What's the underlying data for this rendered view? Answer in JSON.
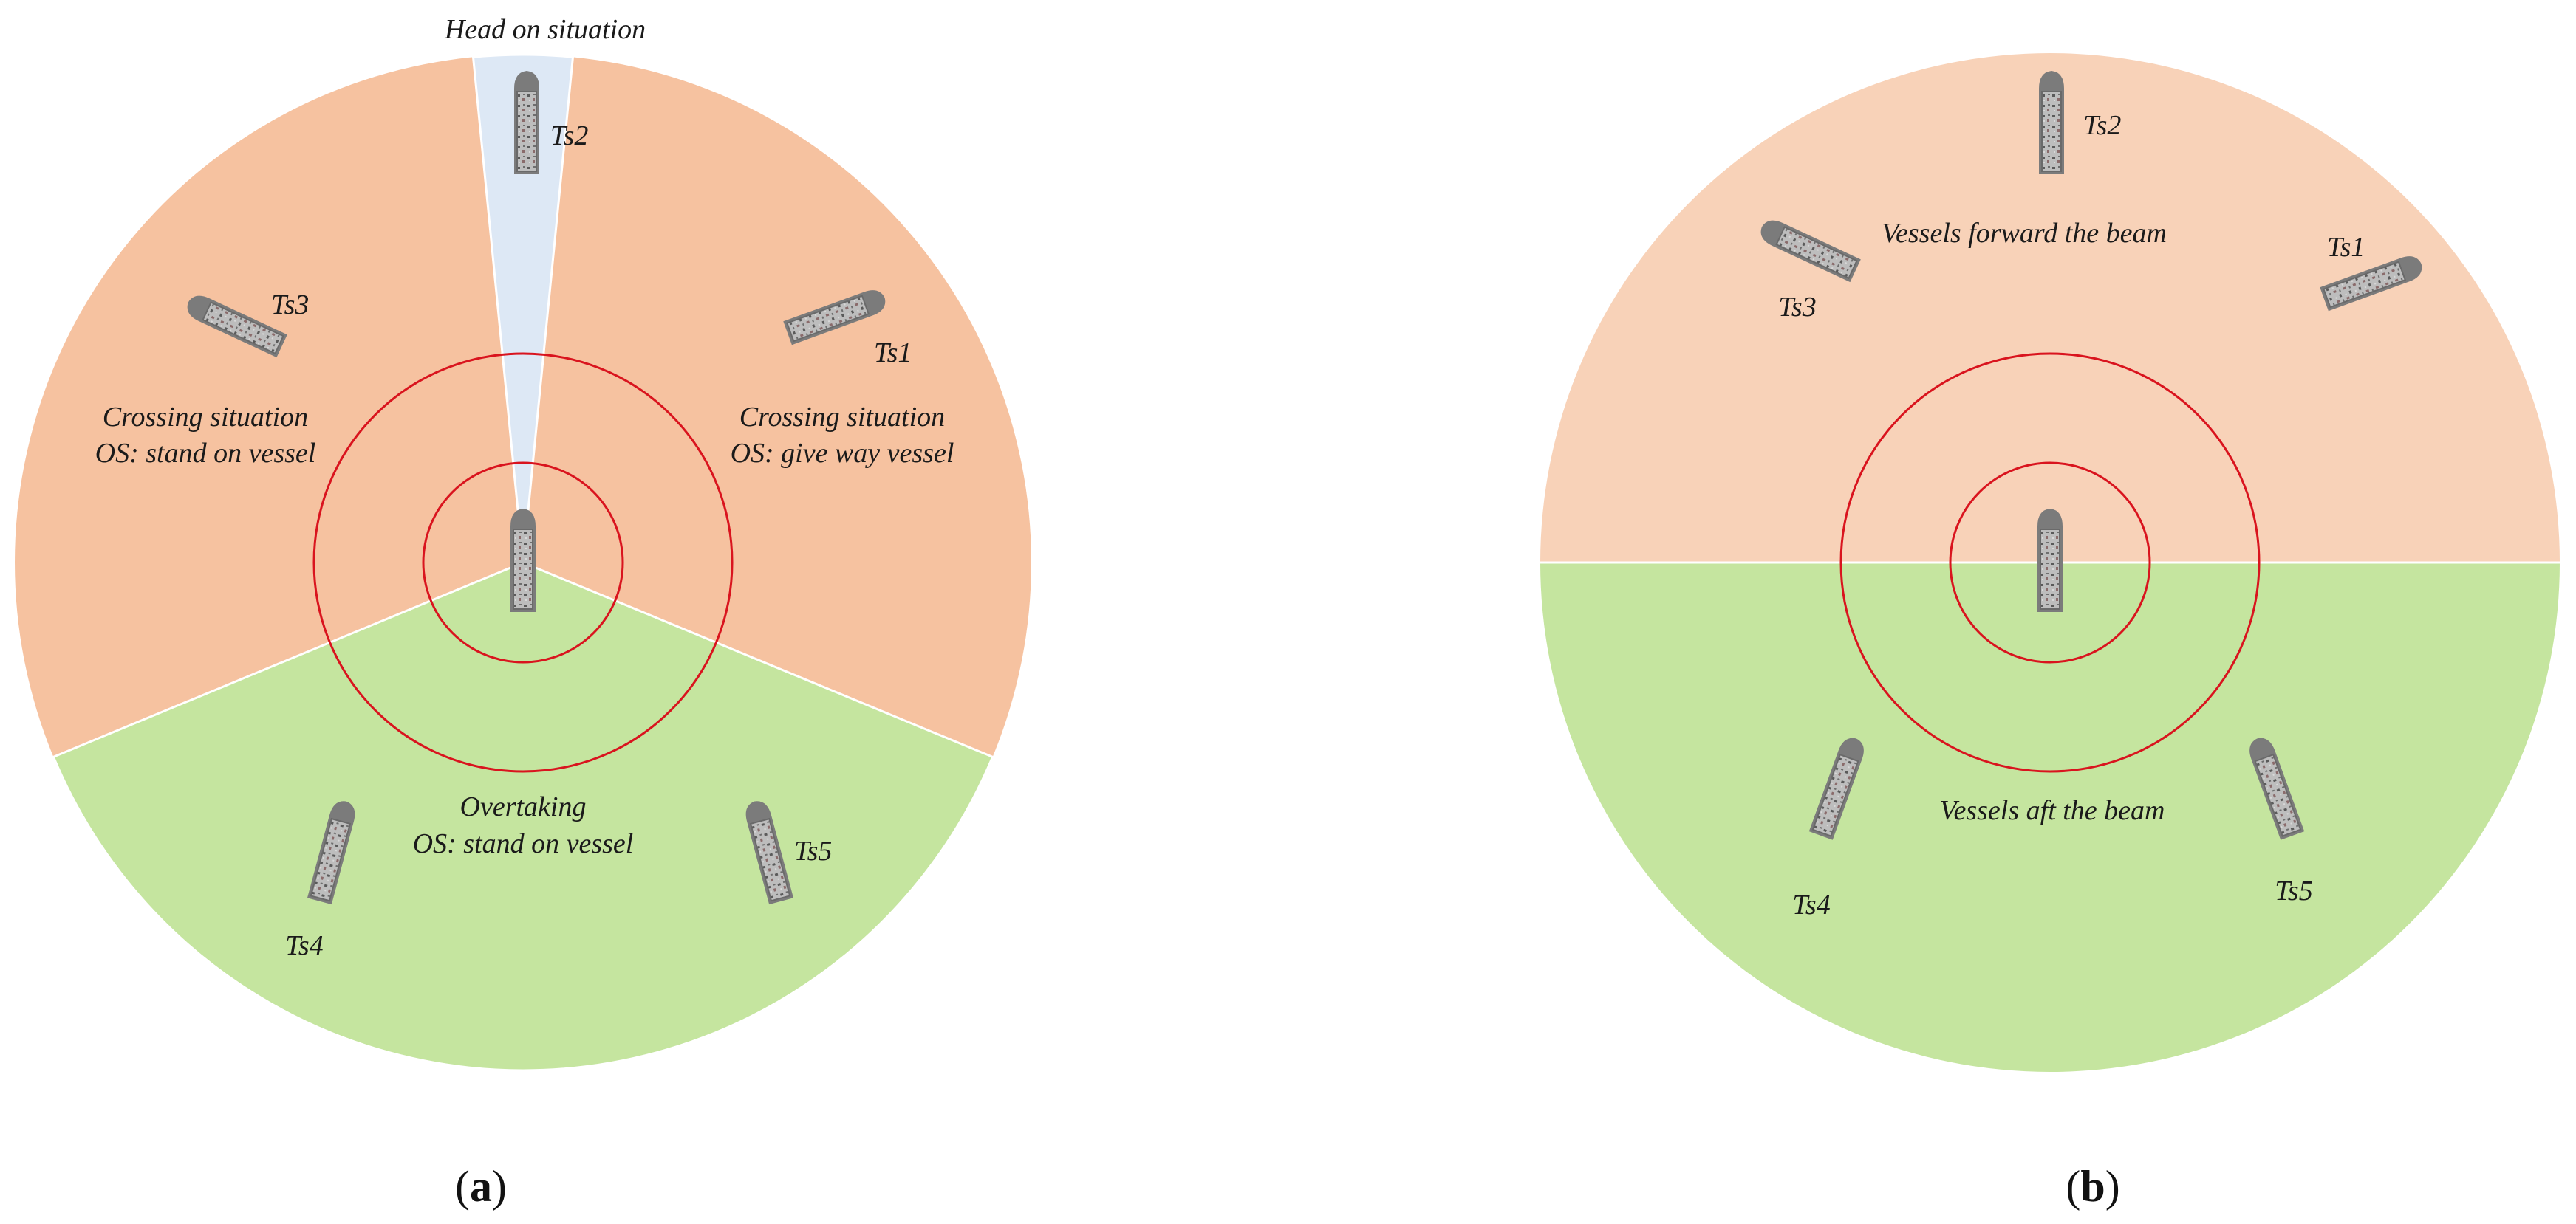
{
  "colors": {
    "crossing": "#f6c2a0",
    "head_on": "#dde8f5",
    "overtaking": "#c5e59f",
    "forward_beam": "#f8d2b8",
    "aft_beam": "#c5e59f",
    "ring": "#d9141e",
    "divider": "#ffffff"
  },
  "panel_a": {
    "label_open": "(",
    "label_letter": "a",
    "label_close": ")",
    "head_on_label": "Head on situation",
    "crossing_left_line1": "Crossing situation",
    "crossing_left_line2": "OS: stand on vessel",
    "crossing_right_line1": "Crossing situation",
    "crossing_right_line2": "OS: give way vessel",
    "overtaking_line1": "Overtaking",
    "overtaking_line2": "OS: stand on vessel",
    "ts1": "Ts1",
    "ts2": "Ts2",
    "ts3": "Ts3",
    "ts4": "Ts4",
    "ts5": "Ts5"
  },
  "panel_b": {
    "label_open": "(",
    "label_letter": "b",
    "label_close": ")",
    "forward_label": "Vessels forward the beam",
    "aft_label": "Vessels aft the beam",
    "ts1": "Ts1",
    "ts2": "Ts2",
    "ts3": "Ts3",
    "ts4": "Ts4",
    "ts5": "Ts5"
  },
  "icons": {
    "vessel": "ship-top-view-icon"
  }
}
